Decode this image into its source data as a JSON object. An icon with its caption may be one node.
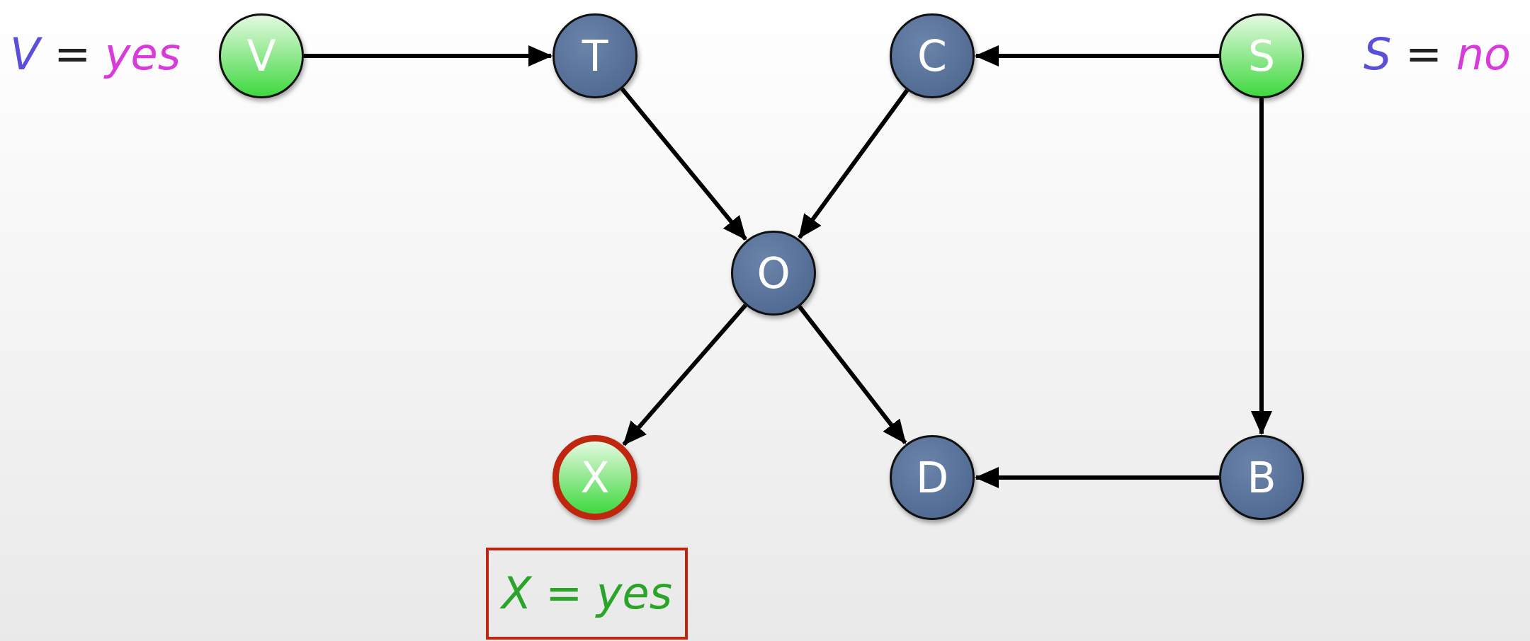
{
  "diagram": {
    "nodes": [
      {
        "text": [
          "V"
        ],
        "beside": [
          "*V* = *yes*"
        ]
      },
      {
        "text": [
          "T"
        ]
      },
      {
        "text": [
          "C"
        ]
      },
      {
        "text": [
          "S"
        ],
        "beside": [
          "*S* = *no*"
        ]
      },
      {
        "text": [
          "O"
        ]
      },
      {
        "text": [
          "X"
        ],
        "beside": [
          "*X* = *yes*"
        ]
      },
      {
        "text": [
          "D"
        ]
      },
      {
        "text": [
          "B"
        ]
      }
    ],
    "edges": [
      {
        "from": 0,
        "to": 1,
        "arrow": "to"
      },
      {
        "from": 1,
        "to": 4,
        "arrow": "to"
      },
      {
        "from": 2,
        "to": 4,
        "arrow": "to"
      },
      {
        "from": 3,
        "to": 2,
        "arrow": "to"
      },
      {
        "from": 3,
        "to": 7,
        "arrow": "to"
      },
      {
        "from": 4,
        "to": 5,
        "arrow": "to"
      },
      {
        "from": 4,
        "to": 6,
        "arrow": "to"
      },
      {
        "from": 7,
        "to": 6,
        "arrow": "to"
      }
    ]
  }
}
